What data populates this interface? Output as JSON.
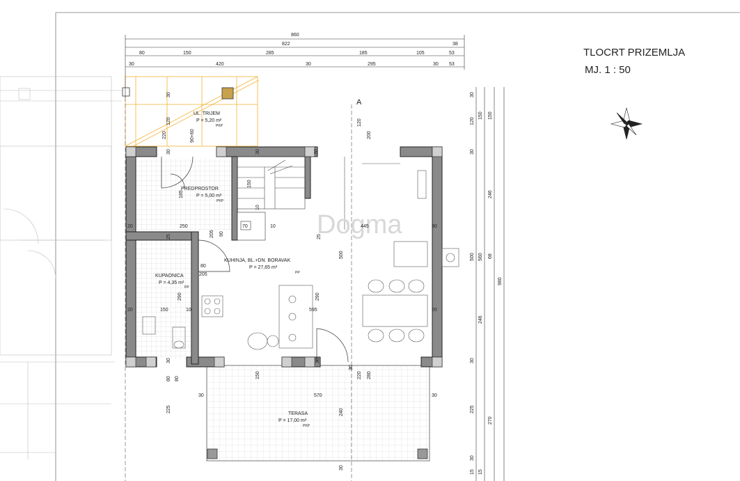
{
  "title": "TLOCRT PRIZEMLJA",
  "scale": "MJ.   1 : 50",
  "section_marker": "A",
  "watermark": "Dogma",
  "rooms": {
    "trijem": {
      "name": "UL. TRIJEM",
      "area": "P = 5,20 m²",
      "tag": "PKP"
    },
    "predprostor": {
      "name": "PREDPROSTOR",
      "area": "P = 5,00 m²",
      "tag": "PKP"
    },
    "kupaonica": {
      "name": "KUPAONICA",
      "area": "P = 4,35 m²",
      "tag": "PP"
    },
    "kuhinja": {
      "name": "KUHINJA, BL.+DN. BORAVAK",
      "area": "P = 27,65 m²",
      "tag": "PP"
    },
    "terasa": {
      "name": "TERASA",
      "area": "P = 17,00 m²",
      "tag": "PKP"
    }
  },
  "top_dims": {
    "row1": [
      "860"
    ],
    "row2": [
      "822",
      "38"
    ],
    "row3": [
      "80",
      "150",
      "285",
      "185",
      "105",
      "53"
    ],
    "row4": [
      "30",
      "420",
      "30",
      "295",
      "30",
      "53"
    ]
  },
  "right_dims": {
    "col1": [
      "30",
      "120",
      "30",
      "500",
      "30",
      "225",
      "30",
      "15"
    ],
    "col2": [
      "150",
      "246",
      "68",
      "246",
      "270",
      "15"
    ],
    "col3": [
      "150",
      "560"
    ],
    "col4": [
      "980"
    ]
  },
  "interior_dims": [
    "30",
    "120",
    "220",
    "90+60",
    "30",
    "30",
    "120",
    "200",
    "185",
    "150",
    "10",
    "30",
    "20",
    "250",
    "205",
    "90",
    "70",
    "10",
    "445",
    "30",
    "25",
    "80",
    "205",
    "500",
    "25",
    "290",
    "20",
    "150",
    "10",
    "595",
    "290",
    "20",
    "30",
    "30",
    "30",
    "80",
    "80",
    "150",
    "220",
    "280",
    "225",
    "30",
    "570",
    "30",
    "240",
    "30",
    "30"
  ]
}
